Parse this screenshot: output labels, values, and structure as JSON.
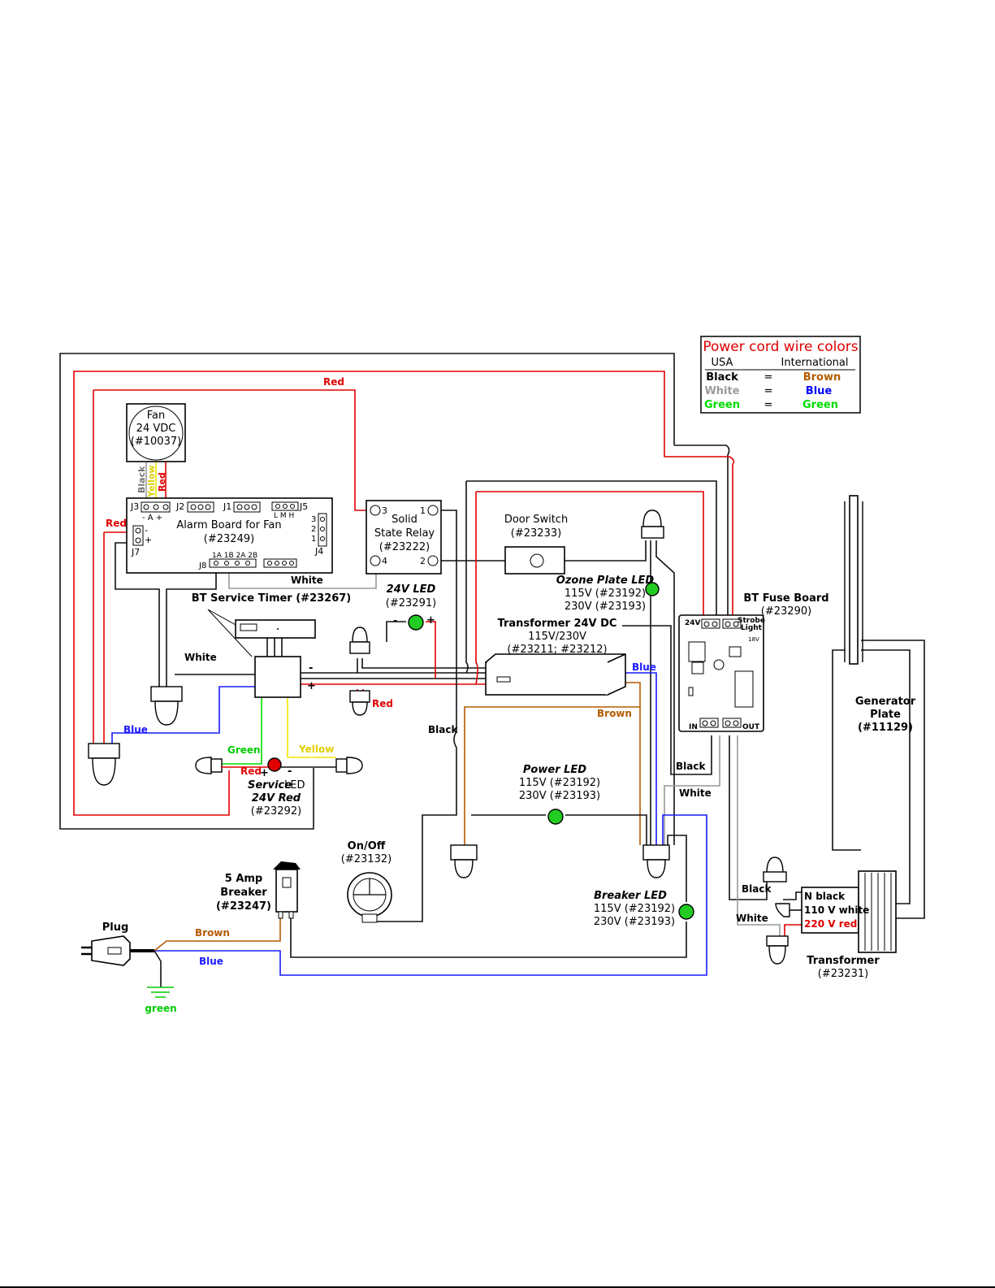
{
  "legend": {
    "title": "Power cord wire colors",
    "col_usa": "USA",
    "col_intl": "International",
    "rows": [
      {
        "usa": "Black",
        "eq": "=",
        "intl": "Brown",
        "usa_color": "#000000",
        "intl_color": "#b35c00"
      },
      {
        "usa": "White",
        "eq": "=",
        "intl": "Blue",
        "usa_color": "#9a9a9a",
        "intl_color": "#0000ff"
      },
      {
        "usa": "Green",
        "eq": "=",
        "intl": "Green",
        "usa_color": "#00dd00",
        "intl_color": "#00dd00"
      }
    ]
  },
  "fan": {
    "line1": "Fan",
    "line2": "24 VDC",
    "line3": "(#10037)"
  },
  "fan_wires": {
    "black": "Black",
    "yellow": "Yellow",
    "red": "Red"
  },
  "alarm_board": {
    "line1": "Alarm Board for Fan",
    "line2": "(#23249)",
    "j3": "J3",
    "j3_pins": "-  A  +",
    "j2": "J2",
    "j1": "J1",
    "j5": "J5",
    "j5_pins": "L M H",
    "j4": "J4",
    "j4_pins": [
      "3",
      "2",
      "1"
    ],
    "j7": "J7",
    "j7_minus": "-",
    "j7_plus": "+",
    "j8": "J8",
    "j8_pins": "1A  1B  2A  2B"
  },
  "relay": {
    "line1": "Solid",
    "line2": "State Relay",
    "line3": "(#23222)",
    "pins": [
      "3",
      "1",
      "4",
      "2"
    ]
  },
  "door_switch": {
    "line1": "Door Switch",
    "line2": "(#23233)"
  },
  "ozone_led": {
    "line1": "Ozone Plate LED",
    "line2": "115V (#23192)",
    "line3": "230V (#23193)"
  },
  "fuse_board": {
    "line1": "BT Fuse Board",
    "line2": "(#23290)",
    "t24v": "24V",
    "strobe": "Strobe",
    "light": "Light",
    "in": "IN",
    "out": "OUT",
    "v18": "18V"
  },
  "led24": {
    "line1": "24V LED",
    "line2": "(#23291)",
    "minus": "-",
    "plus": "+"
  },
  "transformer24": {
    "line1": "Transformer 24V DC",
    "line2": "115V/230V",
    "line3": "(#23211; #23212)"
  },
  "service_timer": {
    "label": "BT Service Timer (#23267)",
    "minus": "-",
    "plus": "+"
  },
  "service_led": {
    "line1a": "Service",
    "line1b": " LED",
    "line2": "24V Red",
    "line3": "(#23292)",
    "plus": "+",
    "minus": "-"
  },
  "power_led": {
    "line1": "Power  LED",
    "line2": "115V (#23192)",
    "line3": "230V (#23193)"
  },
  "on_off": {
    "line1": "On/Off",
    "line2": "(#23132)"
  },
  "breaker": {
    "line1": "5 Amp",
    "line2": "Breaker",
    "line3": "(#23247)"
  },
  "breaker_led": {
    "line1": "Breaker  LED",
    "line2": "115V (#23192)",
    "line3": "230V (#23193)"
  },
  "plug": {
    "label": "Plug",
    "ground": "green"
  },
  "generator": {
    "line1": "Generator",
    "line2": "Plate",
    "line3": "(#11129)"
  },
  "transformer_hv": {
    "line1": "Transformer",
    "line2": "(#23231)",
    "n": "N black",
    "v110": "110 V white",
    "v220": "220 V red"
  },
  "wire_labels": {
    "red_top": "Red",
    "red_j7": "Red",
    "white_alarm": "White",
    "white_timer": "White",
    "blue_left": "Blue",
    "green_service": "Green",
    "yellow_service": "Yellow",
    "red_service": "Red",
    "red_led24": "Red",
    "black_mid": "Black",
    "blue_trans": "Blue",
    "brown_trans": "Brown",
    "black_fuse": "Black",
    "white_fuse": "White",
    "black_hv": "Black",
    "white_hv": "White",
    "brown_plug": "Brown",
    "blue_plug": "Blue"
  },
  "colors": {
    "red": "#e00000",
    "blue": "#1a1aff",
    "brown": "#b35c00",
    "green": "#00dd00",
    "yellow": "#f2e600",
    "led_green": "#22cc22",
    "led_red": "#e00000"
  }
}
